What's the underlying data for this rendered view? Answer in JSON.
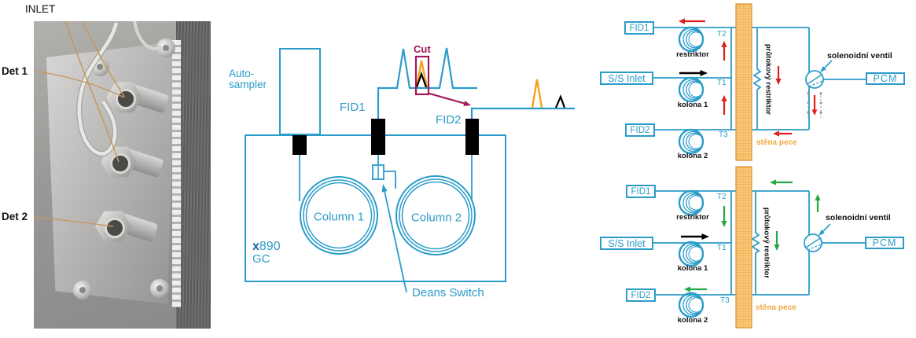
{
  "colors": {
    "teal": "#2b9cc9",
    "magenta": "#a2195b",
    "orange_peak": "#f6a21d",
    "red_arrow": "#e01f1f",
    "green_arrow": "#26a844",
    "oven_wall_fill": "#f9c77a",
    "oven_wall_text": "#f2a73d",
    "model_prefix_blue": "#1b68a5"
  },
  "left_panel": {
    "inlet": "INLET",
    "det1": "Det 1",
    "det2": "Det 2"
  },
  "gc_schematic": {
    "autosampler": "Auto-\nsampler",
    "fid1": "FID1",
    "fid2": "FID2",
    "cut": "Cut",
    "column1": "Column 1",
    "column2": "Column 2",
    "model_prefix": "x",
    "model_number": "890",
    "model_line2": "GC",
    "deans_switch": "Deans Switch"
  },
  "flow_diagrams": {
    "labels": {
      "fid1": "FID1",
      "ss_inlet": "S/S Inlet",
      "fid2": "FID2",
      "pcm": "PCM",
      "restrictor": "restriktor",
      "column1": "kolona 1",
      "column2": "kolona 2",
      "t1": "T1",
      "t2": "T2",
      "t3": "T3",
      "flow_restrictor": "průtokový restriktor",
      "solenoid_valve": "solenoidní ventil",
      "oven_wall": "stěna pece"
    }
  }
}
